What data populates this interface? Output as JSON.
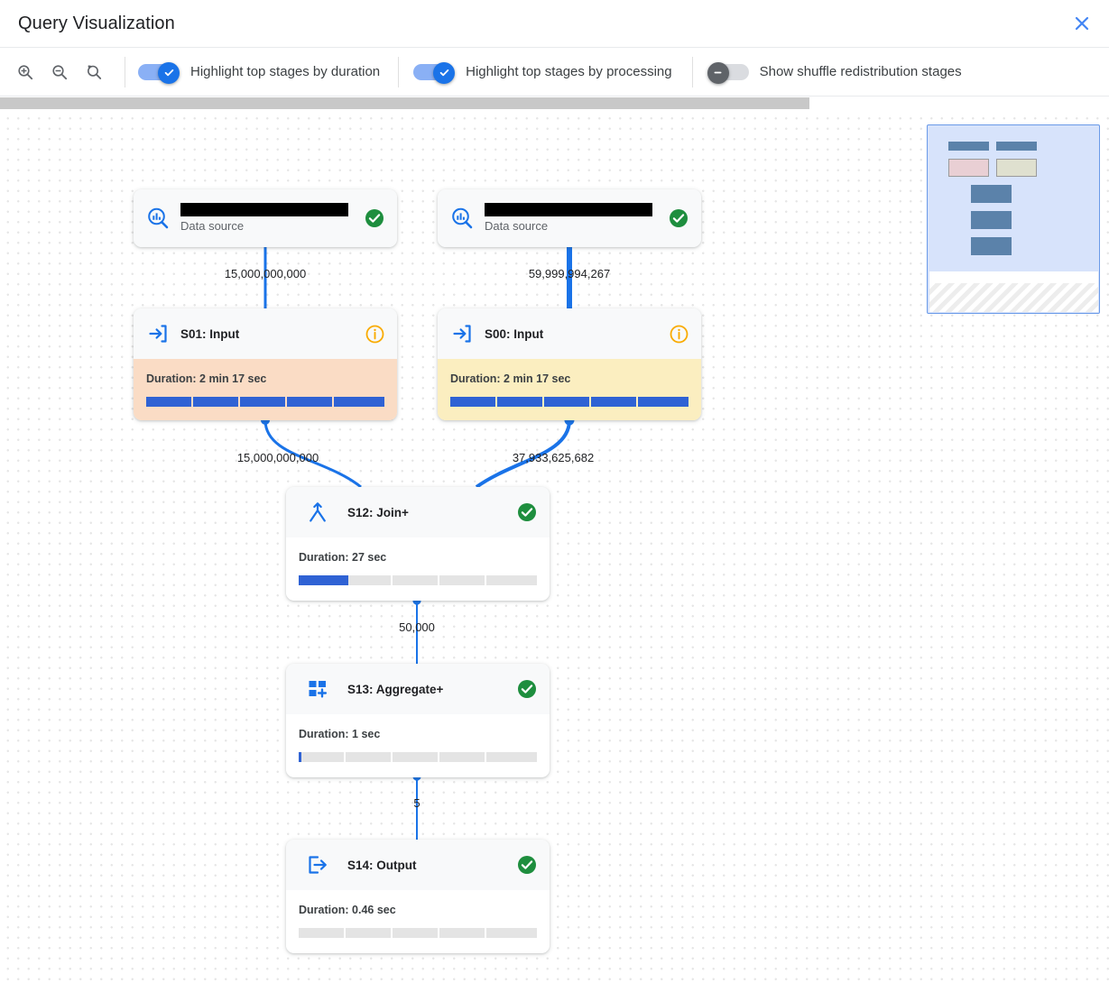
{
  "header": {
    "title": "Query Visualization",
    "close_icon": "close-icon"
  },
  "toolbar": {
    "zoom_in_icon": "zoom-in-icon",
    "zoom_out_icon": "zoom-out-icon",
    "zoom_reset_icon": "zoom-reset-icon",
    "toggles": [
      {
        "label": "Highlight top stages by duration",
        "state": "on"
      },
      {
        "label": "Highlight top stages by processing",
        "state": "on"
      },
      {
        "label": "Show shuffle redistribution stages",
        "state": "off"
      }
    ]
  },
  "colors": {
    "accent_blue": "#1a73e8",
    "edge_blue": "#1a73e8",
    "status_green": "#1e8e3e",
    "status_warn_orange": "#f9ab00",
    "highlight_duration": "#fadcc5",
    "highlight_processing": "#fbeec0",
    "progress_fill": "#2f62d4",
    "progress_track": "#e3e3e3"
  },
  "graph": {
    "nodes": [
      {
        "id": "ds-left",
        "kind": "datasource",
        "icon": "query-stats-icon",
        "name_redacted": true,
        "subtitle": "Data source",
        "status_icon": "check-circle-icon"
      },
      {
        "id": "ds-right",
        "kind": "datasource",
        "icon": "query-stats-icon",
        "name_redacted": true,
        "subtitle": "Data source",
        "status_icon": "check-circle-icon"
      },
      {
        "id": "S01",
        "kind": "stage",
        "icon": "input-arrow-icon",
        "title": "S01: Input",
        "status_icon": "info-circle-icon",
        "duration_label": "Duration: 2 min 17 sec",
        "progress_pct": 100,
        "highlight": "duration"
      },
      {
        "id": "S00",
        "kind": "stage",
        "icon": "input-arrow-icon",
        "title": "S00: Input",
        "status_icon": "info-circle-icon",
        "duration_label": "Duration: 2 min 17 sec",
        "progress_pct": 100,
        "highlight": "processing"
      },
      {
        "id": "S12",
        "kind": "stage",
        "icon": "join-merge-icon",
        "title": "S12: Join+",
        "status_icon": "check-circle-icon",
        "duration_label": "Duration: 27 sec",
        "progress_pct": 21,
        "highlight": "none"
      },
      {
        "id": "S13",
        "kind": "stage",
        "icon": "aggregate-plus-icon",
        "title": "S13: Aggregate+",
        "status_icon": "check-circle-icon",
        "duration_label": "Duration: 1 sec",
        "progress_pct": 1,
        "highlight": "none"
      },
      {
        "id": "S14",
        "kind": "stage",
        "icon": "output-arrow-icon",
        "title": "S14: Output",
        "status_icon": "check-circle-icon",
        "duration_label": "Duration: 0.46 sec",
        "progress_pct": 0,
        "highlight": "none"
      }
    ],
    "edges": [
      {
        "from": "ds-left",
        "to": "S01",
        "label": "15,000,000,000",
        "weight": 3
      },
      {
        "from": "ds-right",
        "to": "S00",
        "label": "59,999,994,267",
        "weight": 6
      },
      {
        "from": "S01",
        "to": "S12",
        "label": "15,000,000,000",
        "weight": 3
      },
      {
        "from": "S00",
        "to": "S12",
        "label": "37,933,625,682",
        "weight": 4
      },
      {
        "from": "S12",
        "to": "S13",
        "label": "50,000",
        "weight": 2
      },
      {
        "from": "S13",
        "to": "S14",
        "label": "5",
        "weight": 2
      }
    ]
  },
  "minimap": {
    "name": "graph-minimap"
  }
}
